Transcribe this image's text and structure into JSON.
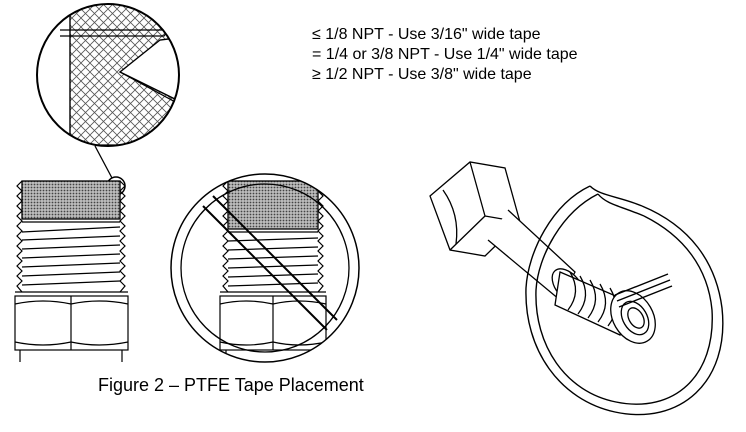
{
  "notes": {
    "line1": "≤ 1/8 NPT - Use 3/16\" wide tape",
    "line2": "= 1/4 or 3/8 NPT - Use 1/4\" wide tape",
    "line3": "≥ 1/2 NPT - Use 3/8\" wide tape"
  },
  "caption": "Figure 2 – PTFE Tape Placement",
  "views": [
    "detail-magnified-thread",
    "correct-tape-placement",
    "incorrect-tape-placement",
    "tape-wrapping-direction"
  ]
}
